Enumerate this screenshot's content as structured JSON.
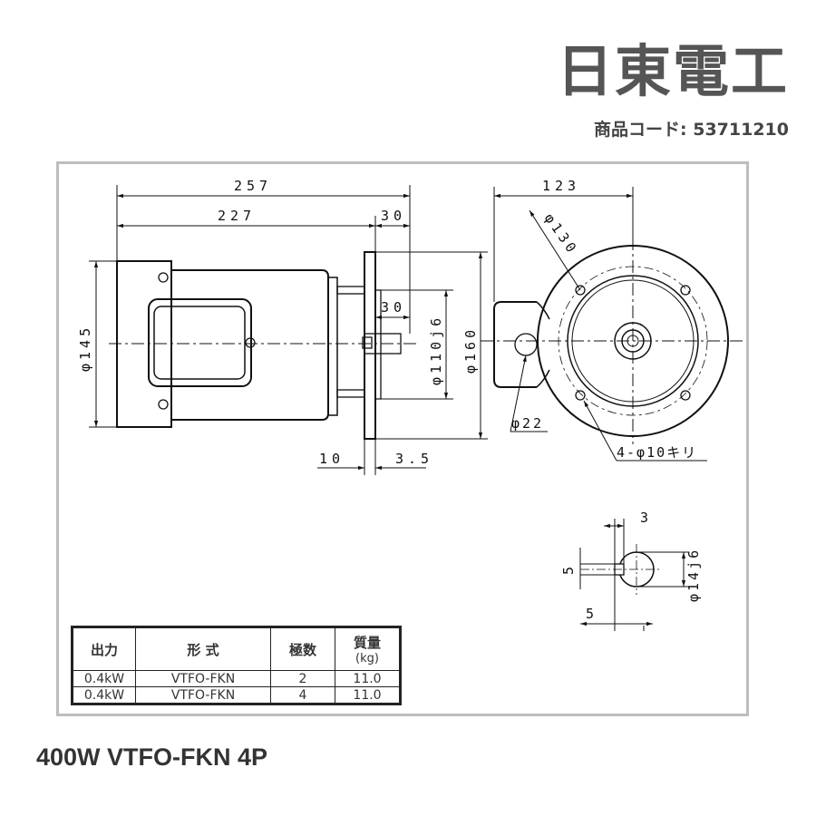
{
  "header": {
    "brand": "日東電工",
    "product_code": "商品コード: 53711210"
  },
  "caption": "400W VTFO-FKN 4P",
  "drawing": {
    "dims": {
      "d257": "257",
      "d227": "227",
      "d30_top": "30",
      "d30_flange": "30",
      "d145": "φ145",
      "d110": "φ110j6",
      "d160": "φ160",
      "d10": "10",
      "d3_5": "3.5",
      "d123": "123",
      "d130": "φ130",
      "d22": "φ22",
      "holes": "4-φ10キリ",
      "key3": "3",
      "key5a": "5",
      "key5b": "5",
      "shaft14": "φ14j6"
    }
  },
  "spec_table": {
    "headers": [
      "出力",
      "形 式",
      "極数",
      "質量",
      "(kg)"
    ],
    "rows": [
      [
        "0.4kW",
        "VTFO-FKN",
        "2",
        "11.0"
      ],
      [
        "0.4kW",
        "VTFO-FKN",
        "4",
        "11.0"
      ]
    ]
  }
}
